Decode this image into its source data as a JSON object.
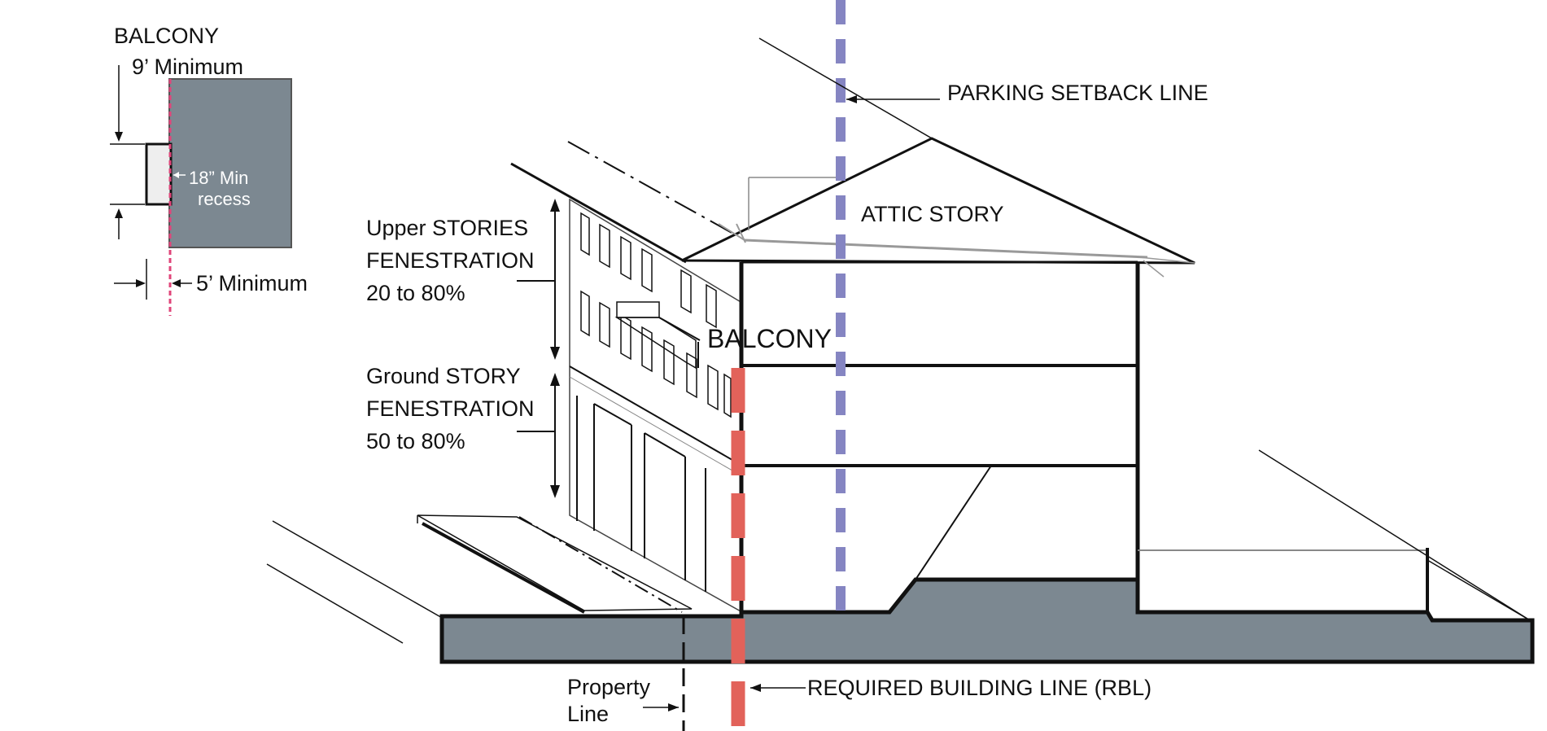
{
  "labels": {
    "inset_balcony": "BALCONY",
    "inset_nine_min": "9’ Minimum",
    "inset_recess_1": "18” Min",
    "inset_recess_2": "recess",
    "inset_five_min": "5’ Minimum",
    "upper_1": "Upper STORIES",
    "upper_2": "FENESTRATION",
    "upper_3": "20 to 80%",
    "ground_1": "Ground STORY",
    "ground_2": "FENESTRATION",
    "ground_3": "50 to 80%",
    "balcony": "BALCONY",
    "attic": "ATTIC  STORY",
    "parking": "PARKING SETBACK LINE",
    "property_1": "Property",
    "property_2": "Line",
    "rbl": "REQUIRED BUILDING LINE (RBL)"
  },
  "colors": {
    "ground_fill": "#7c8891",
    "rbl_line": "#e2625a",
    "parking_line": "#8585c2",
    "inset_marker": "#e0457a"
  }
}
